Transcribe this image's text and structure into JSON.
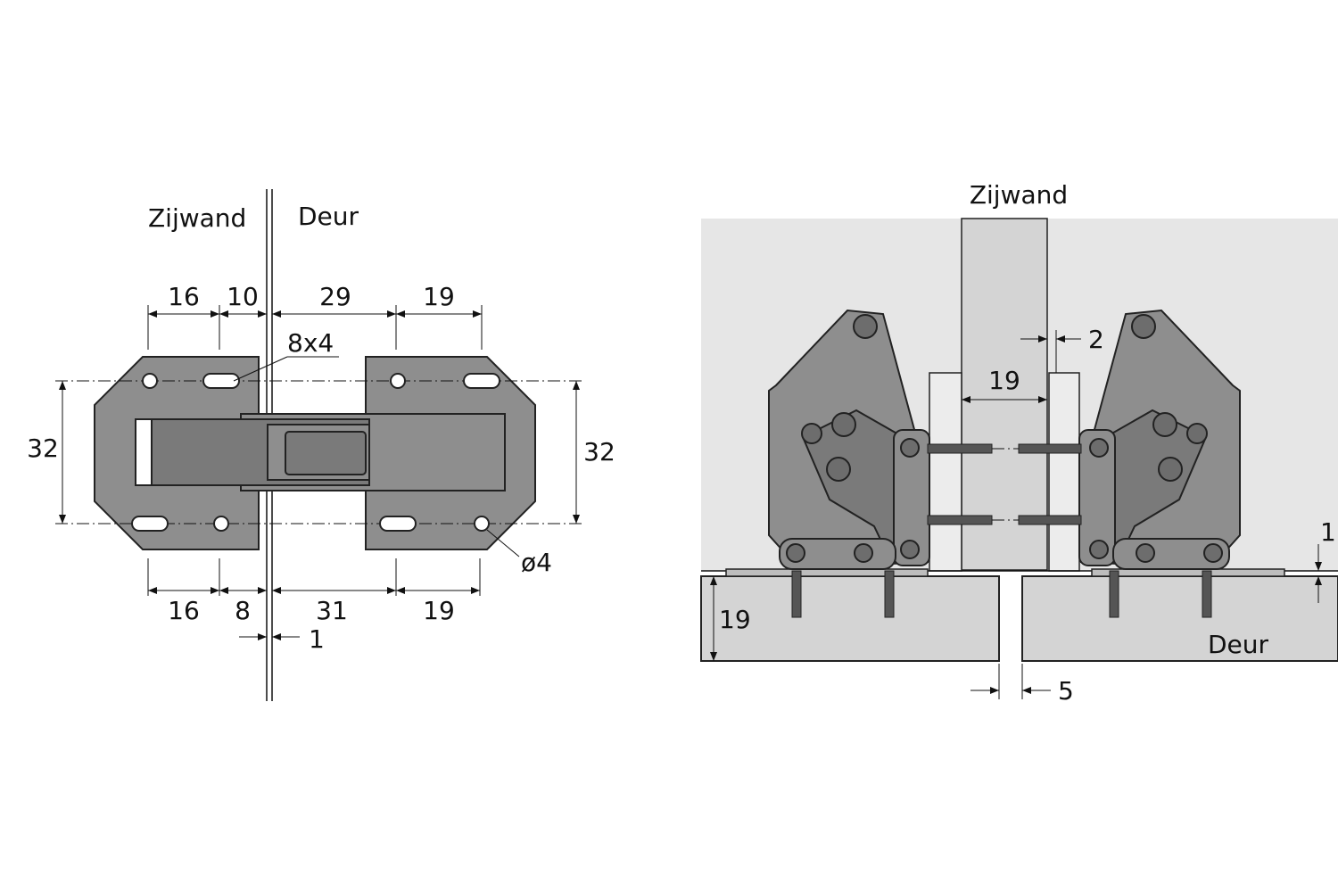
{
  "left": {
    "label_side": "Zijwand",
    "label_door": "Deur",
    "dim_top": [
      "16",
      "10",
      "29",
      "19"
    ],
    "dim_bottom": [
      "16",
      "8",
      "31",
      "19"
    ],
    "dim_gap": "1",
    "dim_height_left": "32",
    "dim_height_right": "32",
    "slot_label": "8x4",
    "hole_label": "ø4"
  },
  "right": {
    "label_side": "Zijwand",
    "label_door": "Deur",
    "dim_thickness": "19",
    "dim_mid": "19",
    "dim_top_gap": "2",
    "dim_gap_bottom": "5",
    "dim_offset": "1"
  }
}
